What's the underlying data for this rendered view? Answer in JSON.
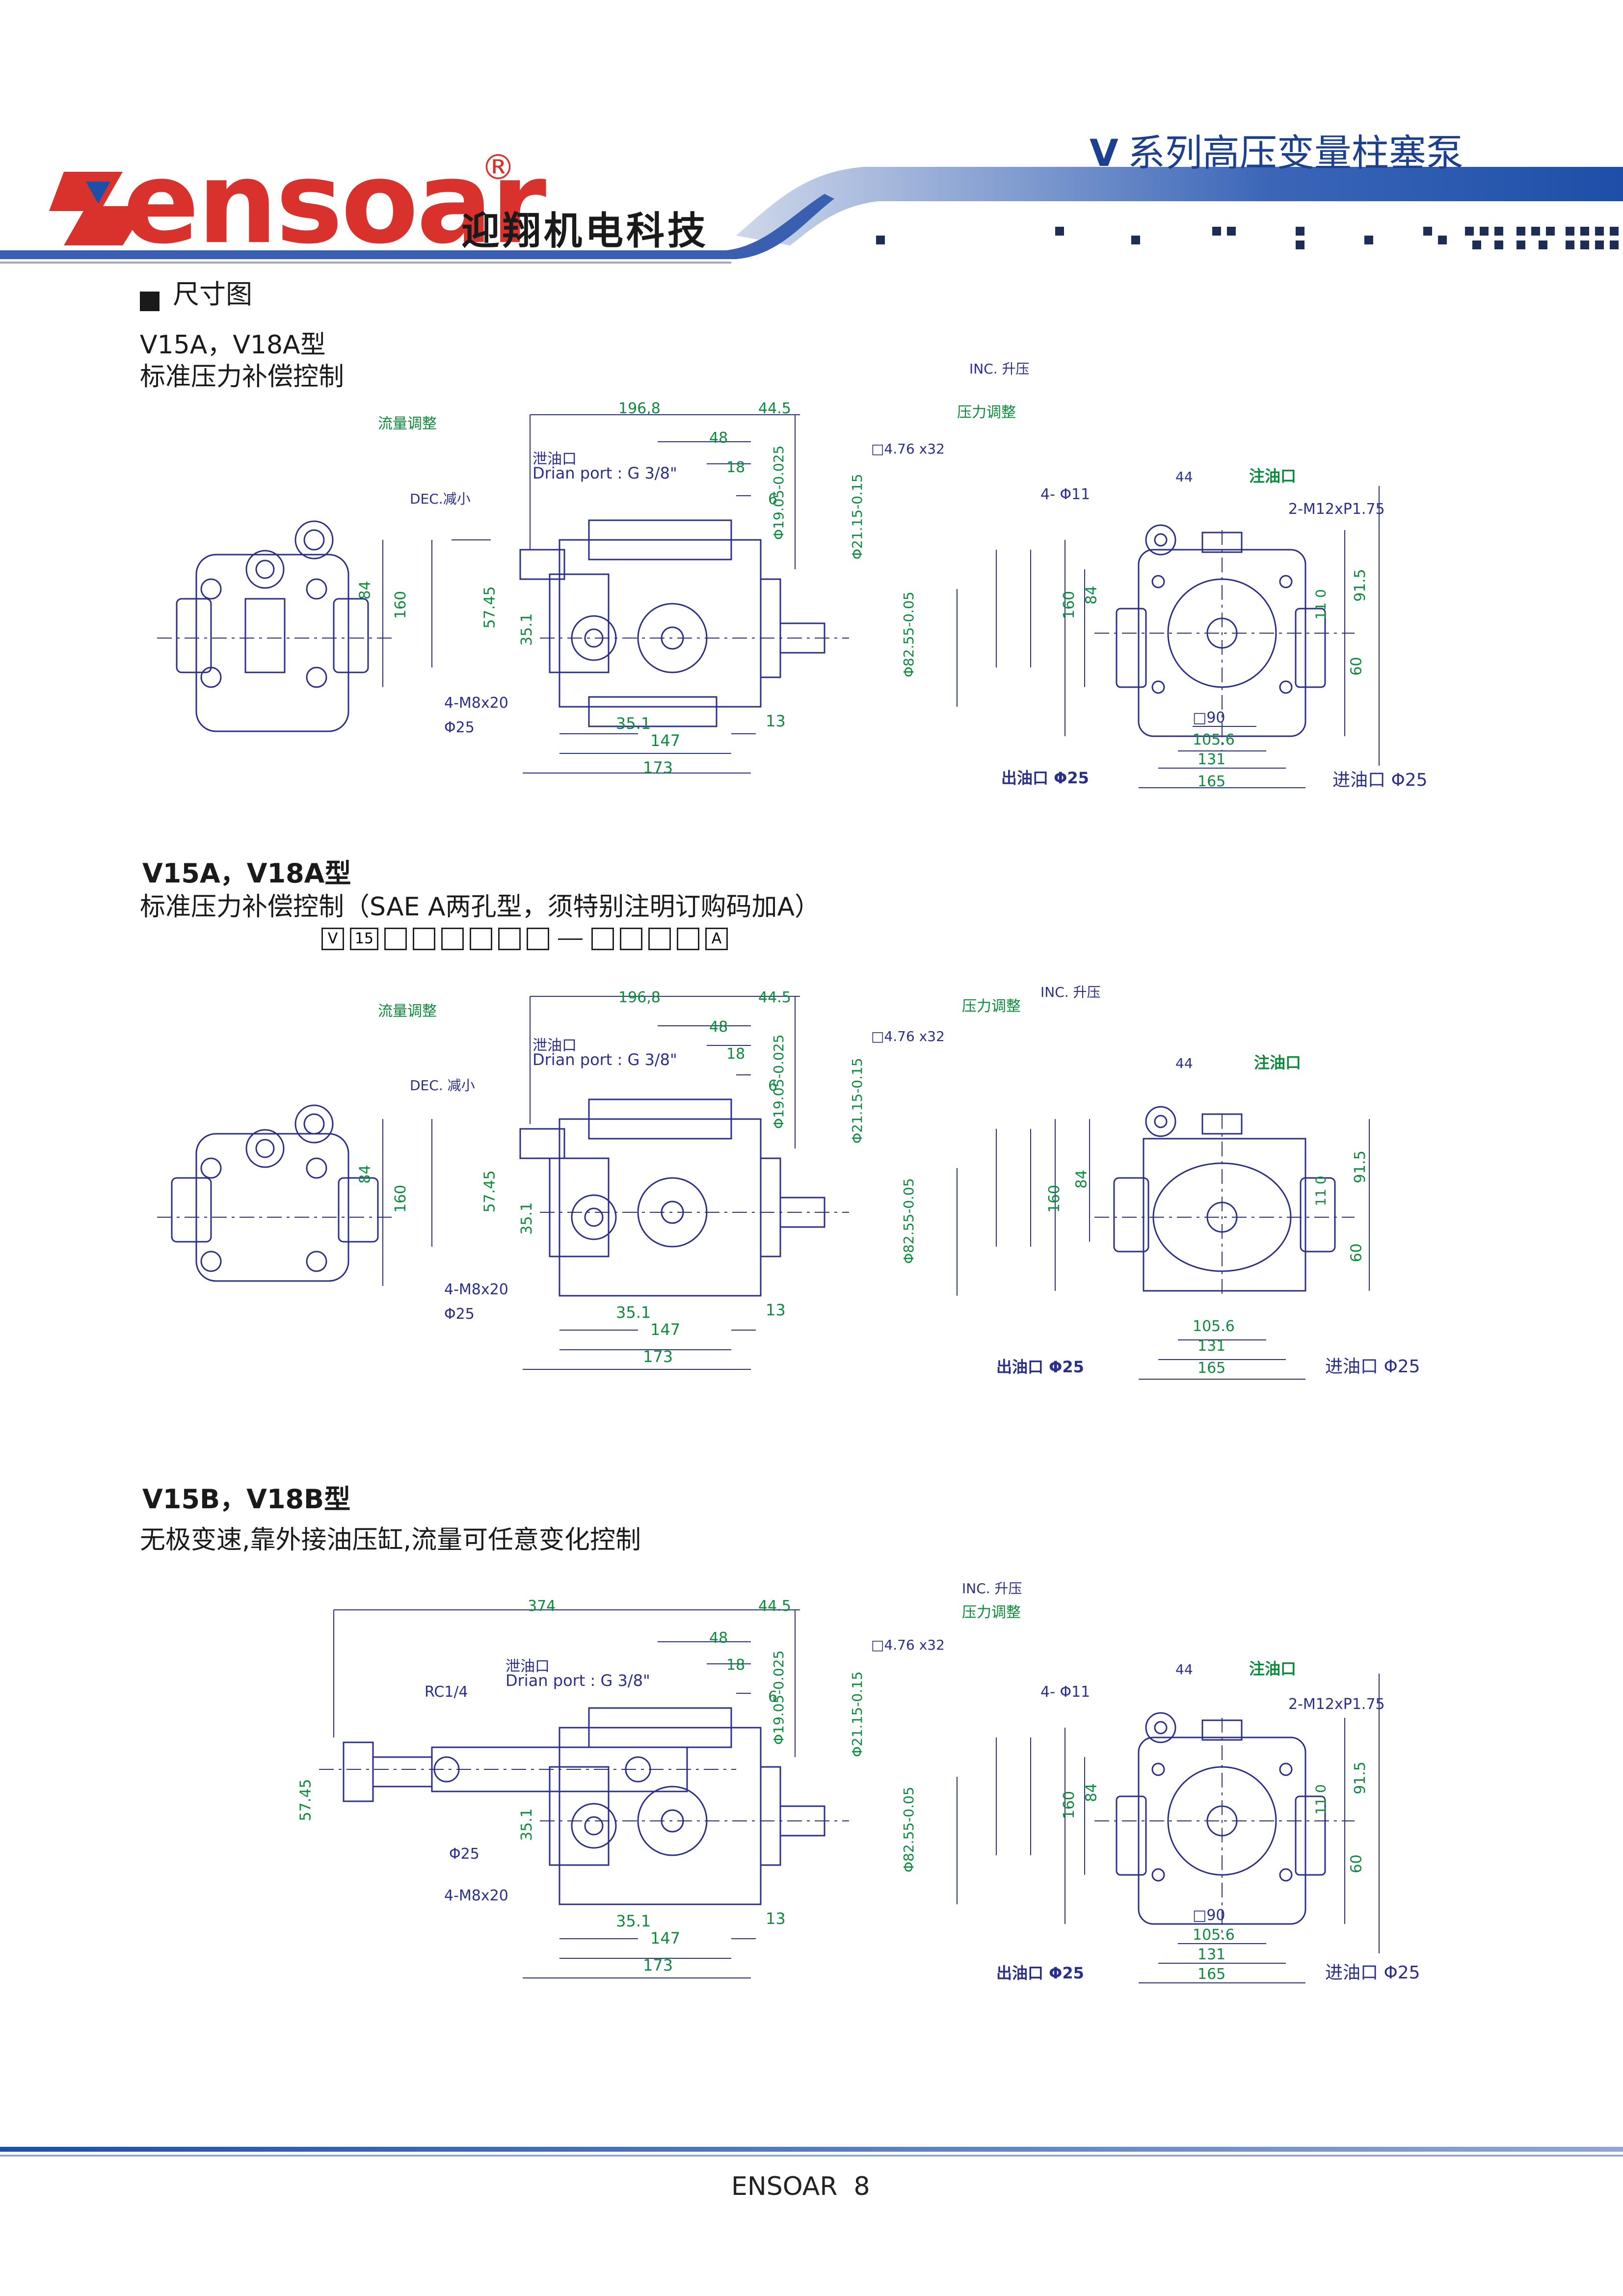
{
  "header": {
    "brand_word": "ensoar",
    "brand_cn": "迎翔机电科技",
    "reg_mark": "®",
    "series_title_prefix": "V",
    "series_title": "系列高压变量柱塞泵"
  },
  "section_title": "尺寸图",
  "section1": {
    "model": "V15A，V18A型",
    "desc": "标准压力补偿控制"
  },
  "section2": {
    "model": "V15A，V18A型",
    "desc": "标准压力补偿控制（SAE A两孔型，须特别注明订购码加A）",
    "code_boxes": [
      "V",
      "15",
      "",
      "",
      "",
      "",
      "",
      "",
      "—",
      "",
      "",
      "",
      "",
      "A"
    ]
  },
  "section3": {
    "model": "V15B，V18B型",
    "desc": "无极变速,靠外接油压缸,流量可任意变化控制"
  },
  "labels": {
    "flow_adj": "流量调整",
    "dec": "DEC.减小",
    "dec2": "DEC. 减小",
    "inc": "INC. 升压",
    "press_adj": "压力调整",
    "drain": "泄油口",
    "drain_port": "Drian port : G 3/8\"",
    "fill_port": "注油口",
    "outlet": "出油口 Φ25",
    "inlet": "进油口 Φ25",
    "bolts": "4-M8x20",
    "phi25": "Φ25",
    "phi11": "4- Φ11",
    "thread": "2-M12xP1.75",
    "rc": "RC1/4",
    "key": "□4.76 x32",
    "shaft_d1": "Φ19.05-0.025",
    "shaft_d2": "Φ21.15-0.15",
    "pilot_d": "Φ82.55-0.05"
  },
  "dims": {
    "d196": "196,8",
    "d374": "374",
    "d44_5": "44.5",
    "d48": "48",
    "d18": "18",
    "d6": "6",
    "d84": "84",
    "d160": "160",
    "d57": "57.45",
    "d35": "35.1",
    "d147": "147",
    "d173": "173",
    "d13": "13",
    "d44": "44",
    "d91": "91.5",
    "d60": "60",
    "d11": "11 0",
    "d90": "□90",
    "d105": "105.6",
    "d131": "131",
    "d165": "165"
  },
  "footer": {
    "text": "ENSOAR  8"
  },
  "colors": {
    "drawing": "#2a2f8a",
    "dimension": "#0d8a3c",
    "brand_red": "#d9312b",
    "band_blue": "#1d4fa8",
    "title_blue": "#1d3f8f"
  }
}
